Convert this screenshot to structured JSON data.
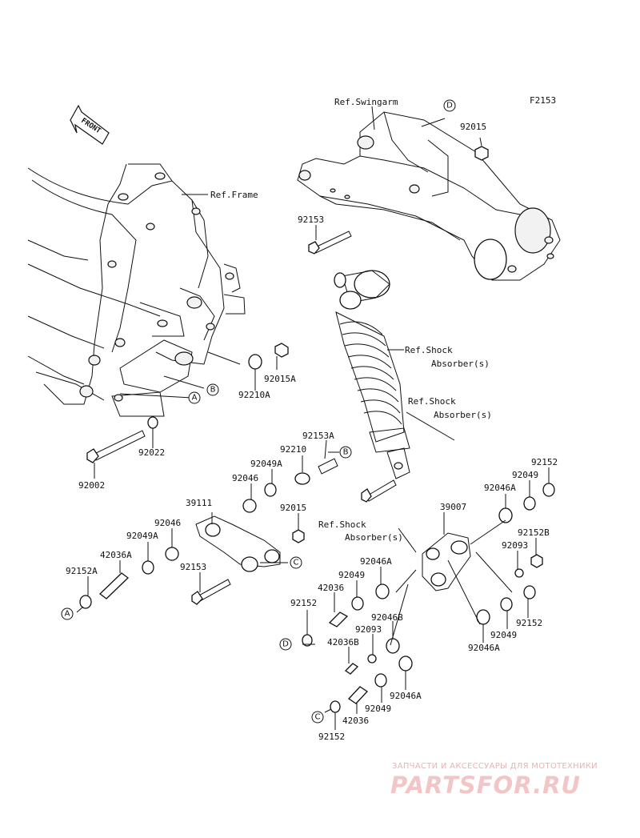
{
  "diagram_code": "F2153",
  "front_label": "FRONT",
  "watermark": {
    "subtitle": "ЗАПЧАСТИ И АКСЕССУАРЫ ДЛЯ МОТОТЕХНИКИ",
    "brand": "PARTSFOR.RU"
  },
  "references": {
    "swingarm": "Ref.Swingarm",
    "frame": "Ref.Frame",
    "shock1_line1": "Ref.Shock",
    "shock1_line2": "Absorber(s)",
    "shock2_line1": "Ref.Shock",
    "shock2_line2": "Absorber(s)",
    "shock3_line1": "Ref.Shock",
    "shock3_line2": "Absorber(s)"
  },
  "callouts": {
    "A": "A",
    "B": "B",
    "C": "C",
    "D": "D"
  },
  "parts": {
    "p92015_top": "92015",
    "p92153_top": "92153",
    "p92015A": "92015A",
    "p92210A": "92210A",
    "p92022": "92022",
    "p92002": "92002",
    "p92153A": "92153A",
    "p92210": "92210",
    "p92049A_a": "92049A",
    "p92046_a": "92046",
    "p39111": "39111",
    "p92015_mid": "92015",
    "p92046_b": "92046",
    "p92049A_b": "92049A",
    "p42036A": "42036A",
    "p92152A": "92152A",
    "p92153_mid": "92153",
    "p92152_r1": "92152",
    "p92049_r1": "92049",
    "p92046A_r1": "92046A",
    "p39007": "39007",
    "p92152B": "92152B",
    "p92093_r": "92093",
    "p92046A_l": "92046A",
    "p92049_l": "92049",
    "p42036_l": "42036",
    "p92152_l": "92152",
    "p92046B": "92046B",
    "p92093_l": "92093",
    "p42036B": "42036B",
    "p92152_r2": "92152",
    "p92049_r2": "92049",
    "p92046A_r2": "92046A",
    "p92049_b": "92049",
    "p92046A_b": "92046A",
    "p42036_b": "42036",
    "p92152_b": "92152"
  }
}
